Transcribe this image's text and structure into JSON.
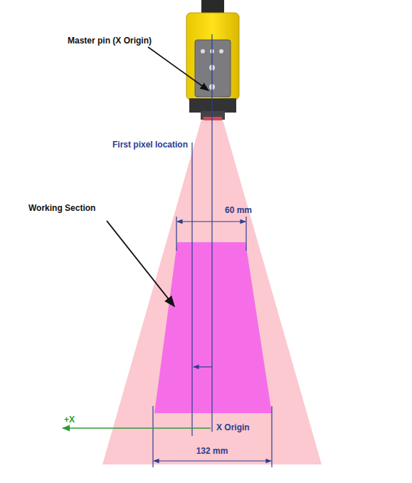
{
  "diagram": {
    "labels": [
      "Master pin (X Origin)",
      "First pixel location",
      "Working Section",
      "60 mm",
      "+X",
      "X Origin",
      "132 mm"
    ]
  }
}
